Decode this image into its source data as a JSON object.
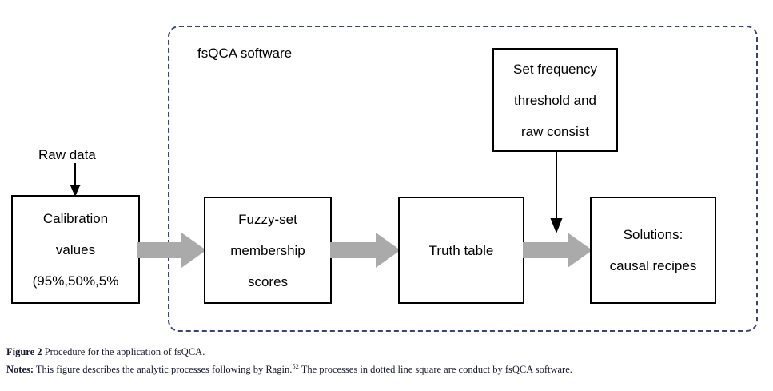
{
  "diagram": {
    "container": {
      "label": "fsQCA software",
      "border_color": "#3d4370",
      "style": "dashed"
    },
    "arrow_color": "#aaaaaa",
    "box_border_color": "#000000",
    "boxes": [
      {
        "name": "calibration",
        "lines": [
          "Calibration",
          "values",
          "(95%,50%,5%"
        ]
      },
      {
        "name": "fuzzy-set",
        "lines": [
          "Fuzzy-set",
          "membership",
          "scores"
        ]
      },
      {
        "name": "truth-table",
        "lines": [
          "Truth table"
        ]
      },
      {
        "name": "solutions",
        "lines": [
          "Solutions:",
          "causal recipes"
        ]
      },
      {
        "name": "threshold",
        "lines": [
          "Set frequency",
          "threshold and",
          "raw consist"
        ]
      }
    ],
    "input_label": "Raw data"
  },
  "caption": {
    "figure_label": "Figure 2",
    "figure_text": "Procedure for the application of fsQCA.",
    "notes_label": "Notes:",
    "notes_text_part1": "This figure describes the analytic processes following by Ragin.",
    "notes_reference": "52",
    "notes_text_part2": "The processes in dotted line square are conduct by fsQCA software."
  }
}
